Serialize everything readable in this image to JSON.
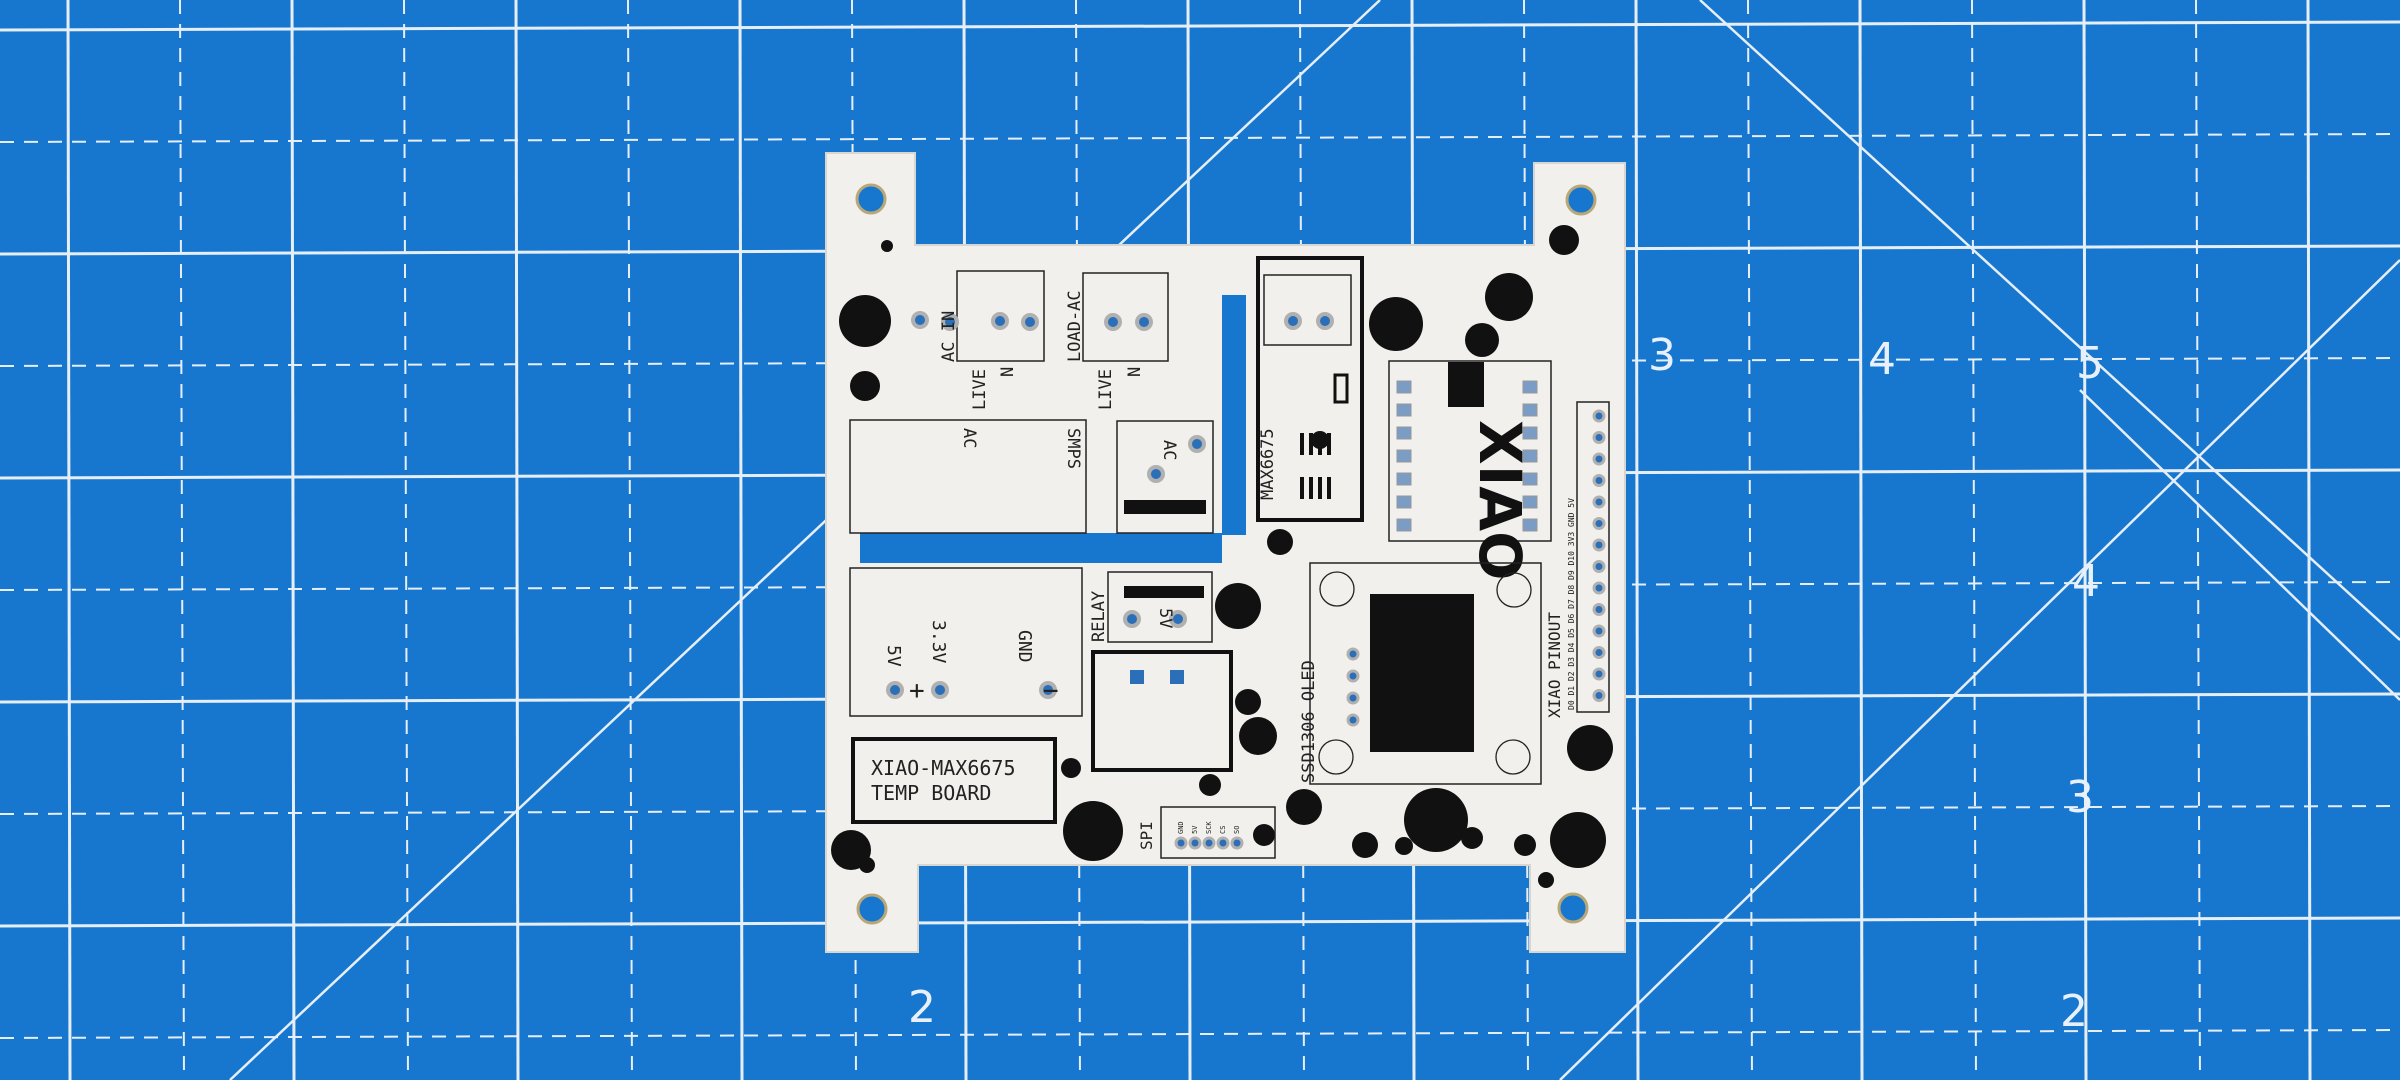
{
  "mat": {
    "color": "#1777cf",
    "line_color": "#e6eef8",
    "numbers": [
      "3",
      "4",
      "5",
      "4",
      "3",
      "2",
      "2"
    ]
  },
  "pcb": {
    "board_color": "#f2f0ec",
    "silkscreen_color": "#1a1a1a",
    "board_title": [
      "XIAO-MAX6675",
      "TEMP BOARD"
    ],
    "ac_in": {
      "label": "AC IN",
      "pins": [
        "LIVE",
        "N"
      ]
    },
    "load_ac": {
      "label": "LOAD-AC",
      "pins": [
        "LIVE",
        "N"
      ]
    },
    "smps": {
      "label": "SMPS",
      "pin_label": "AC"
    },
    "ac_block": {
      "label": "AC"
    },
    "max6675": {
      "label": "MAX6675"
    },
    "relay": {
      "label": "RELAY",
      "pin_label": "5V"
    },
    "power": {
      "labels": [
        "5V",
        "3.3V",
        "GND"
      ],
      "plus": "+",
      "minus": "−"
    },
    "spi": {
      "label": "SPI",
      "pins": [
        "GND",
        "5V",
        "SCK",
        "CS",
        "SO"
      ]
    },
    "oled": {
      "label": "SSD1306 OLED"
    },
    "xiao_pinout": {
      "label": "XIAO PINOUT",
      "pins": "D0 D1 D2 D3 D4 D5 D6 D7 D8 D9 D10 3V3 GND 5V"
    },
    "logo": "XIAO"
  }
}
